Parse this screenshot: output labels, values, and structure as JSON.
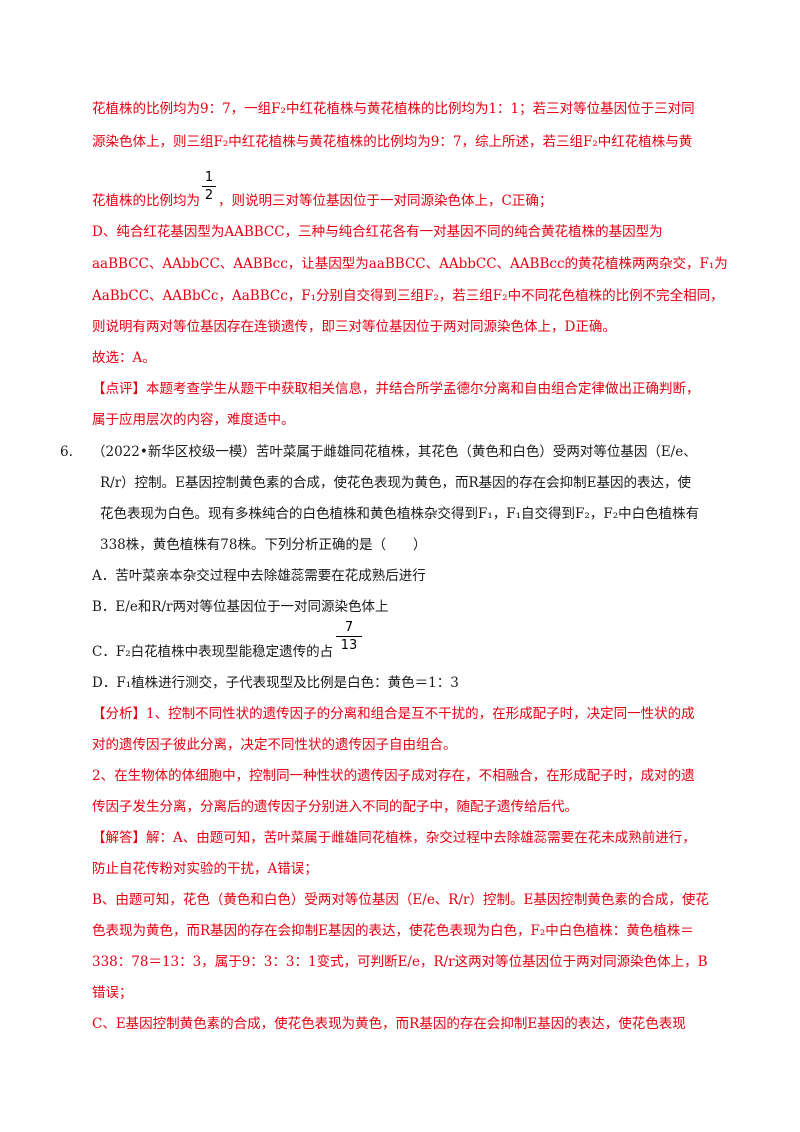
{
  "lines": {
    "l1": "花植株的比例均为9：7，一组F₂中红花植株与黄花植株的比例均为1：1；若三对等位基因位于三对同",
    "l2": "源染色体上，则三组F₂中红花植株与黄花植株的比例均为9：7，综上所述，若三组F₂中红花植株与黄",
    "l3": "花植株的比例均为",
    "l3b": "，则说明三对等位基因位于一对同源染色体上，C正确；",
    "l4": "D、纯合红花基因型为AABBCC，三种与纯合红花各有一对基因不同的纯合黄花植株的基因型为",
    "l5": "aaBBCC、AAbbCC、AABBcc，让基因型为aaBBCC、AAbbCC、AABBcc的黄花植株两两杂交，F₁为",
    "l6": "AaBbCC、AABbCc，AaBBCc，F₁分别自交得到三组F₂，若三组F₂中不同花色植株的比例不完全相同，",
    "l7": "则说明有两对等位基因存在连锁遗传，即三对等位基因位于两对同源染色体上，D正确。",
    "l8": "故选：A。",
    "l9": "【点评】本题考查学生从题干中获取相关信息，并结合所学孟德尔分离和自由组合定律做出正确判断，",
    "l10": "属于应用层次的内容，难度适中。",
    "q_num": "6.",
    "q1": "（2022•新华区校级一模）苦叶菜属于雌雄同花植株，其花色（黄色和白色）受两对等位基因（E/e、",
    "q2": "R/r）控制。E基因控制黄色素的合成，使花色表现为黄色，而R基因的存在会抑制E基因的表达，使",
    "q3": "花色表现为白色。现有多株纯合的白色植株和黄色植株杂交得到F₁，F₁自交得到F₂，F₂中白色植株有",
    "q4": "338株，黄色植株有78株。下列分析正确的是（　　）",
    "optA": "A．苦叶菜亲本杂交过程中去除雄蕊需要在花成熟后进行",
    "optB": "B．E/e和R/r两对等位基因位于一对同源染色体上",
    "optC": "C．F₂白花植株中表现型能稳定遗传的占",
    "optD": "D．F₁植株进行测交，子代表现型及比例是白色：黄色＝1：3",
    "a1": "【分析】1、控制不同性状的遗传因子的分离和组合是互不干扰的，在形成配子时，决定同一性状的成",
    "a2": "对的遗传因子彼此分离，决定不同性状的遗传因子自由组合。",
    "a3": "2、在生物体的体细胞中，控制同一种性状的遗传因子成对存在，不相融合，在形成配子时，成对的遗",
    "a4": "传因子发生分离，分离后的遗传因子分别进入不同的配子中，随配子遗传给后代。",
    "s1": "【解答】解：A、由题可知，苦叶菜属于雌雄同花植株，杂交过程中去除雄蕊需要在花未成熟前进行，",
    "s2": "防止自花传粉对实验的干扰，A错误；",
    "s3": "B、由题可知，花色（黄色和白色）受两对等位基因（E/e、R/r）控制。E基因控制黄色素的合成，使花",
    "s4": "色表现为黄色，而R基因的存在会抑制E基因的表达，使花色表现为白色，F₂中白色植株：黄色植株＝",
    "s5": "338：78＝13：3，属于9：3：3：1变式，可判断E/e，R/r这两对等位基因位于两对同源染色体上，B",
    "s6": "错误；",
    "s7": "C、E基因控制黄色素的合成，使花色表现为黄色，而R基因的存在会抑制E基因的表达，使花色表现"
  },
  "fractions": {
    "half": {
      "num": "1",
      "den": "2"
    },
    "seven_13": {
      "num": "7",
      "den": "13"
    }
  },
  "colors": {
    "answer_text": "#e60012",
    "question_text": "#1a1a1a"
  }
}
